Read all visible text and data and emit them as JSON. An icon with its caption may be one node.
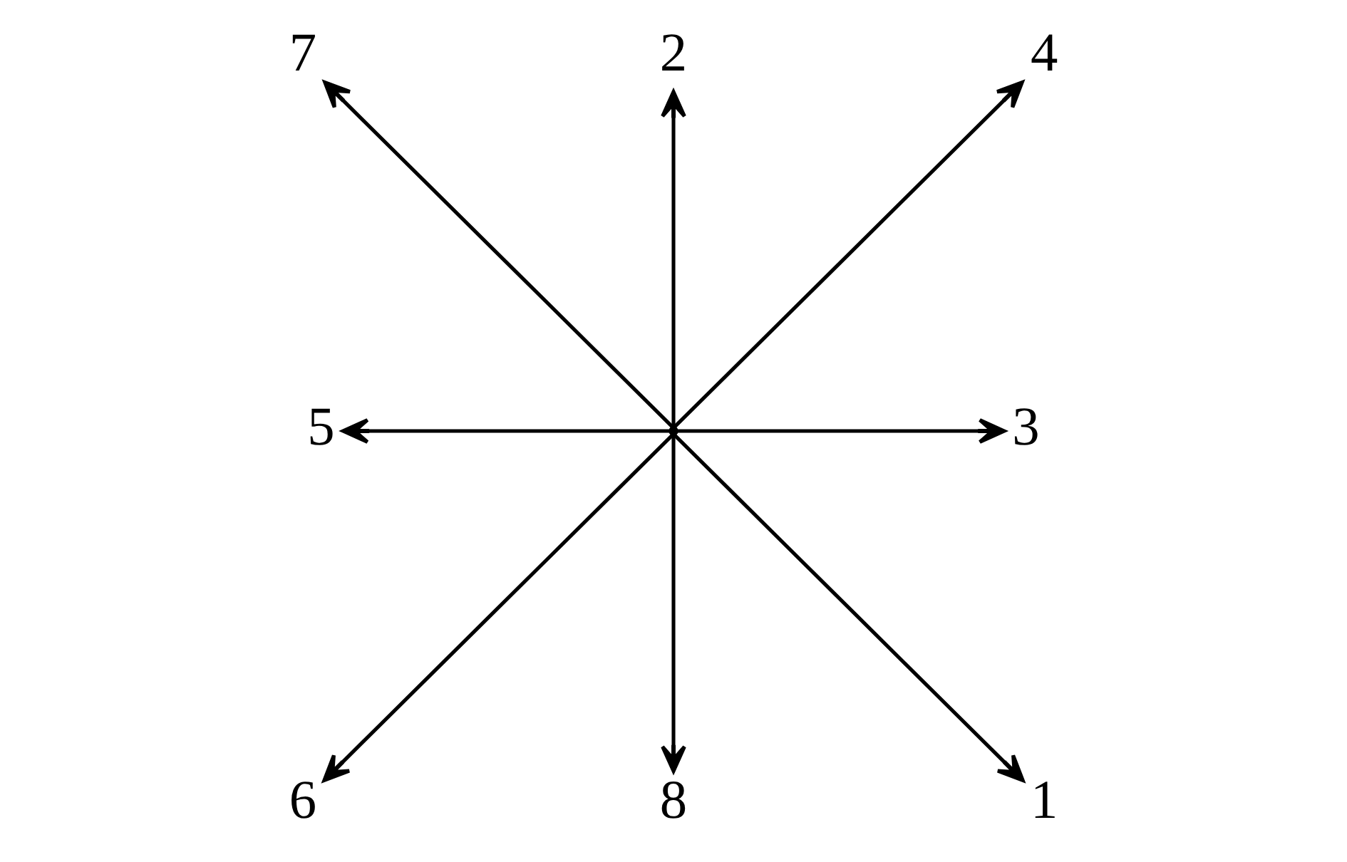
{
  "diagram": {
    "nodes": [
      {
        "text": [
          "2"
        ]
      },
      {
        "text": [
          "4"
        ]
      },
      {
        "text": [
          "7"
        ]
      },
      {
        "text": [
          "5"
        ]
      },
      {
        "text": [],
        "shape": "point"
      },
      {
        "text": [
          "3"
        ]
      },
      {
        "text": [
          "8"
        ]
      },
      {
        "text": [
          "6"
        ]
      },
      {
        "text": [
          "1"
        ]
      }
    ],
    "edges": [
      {
        "from": 4,
        "to": 8,
        "arrow": "to"
      },
      {
        "from": 4,
        "to": 0,
        "arrow": "to"
      },
      {
        "from": 4,
        "to": 5,
        "arrow": "to"
      },
      {
        "from": 4,
        "to": 1,
        "arrow": "to"
      },
      {
        "from": 4,
        "to": 3,
        "arrow": "to"
      },
      {
        "from": 4,
        "to": 7,
        "arrow": "to"
      },
      {
        "from": 4,
        "to": 2,
        "arrow": "to"
      },
      {
        "from": 4,
        "to": 6,
        "arrow": "to"
      }
    ]
  }
}
